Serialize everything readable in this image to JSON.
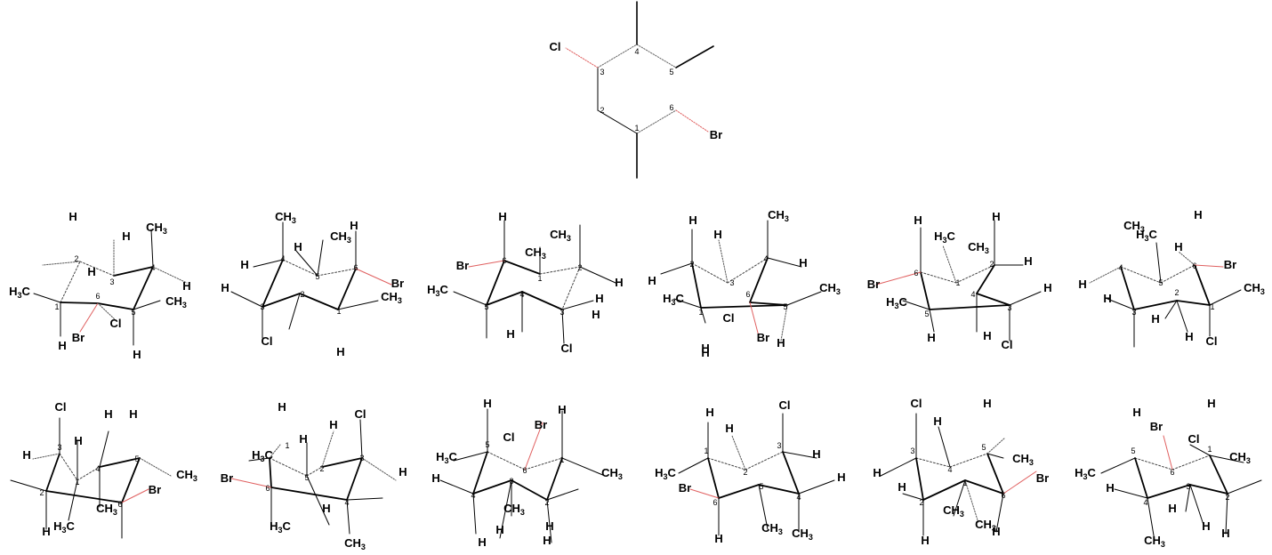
{
  "colors": {
    "bond": "#000000",
    "chlorine": "#0000cc",
    "bromine": "#cc2222",
    "wedge_red": "#e06060"
  },
  "top_structure": {
    "labels": [
      "Cl",
      "Br"
    ],
    "locants": [
      "1",
      "2",
      "3",
      "4",
      "5",
      "6"
    ]
  },
  "conformers": [
    {
      "id": "r1c1",
      "atoms": [
        "H",
        "H",
        "H",
        "CH3",
        "H3C",
        "Br",
        "Cl",
        "CH3",
        "H",
        "H",
        "H"
      ],
      "locants": [
        "1",
        "2",
        "3",
        "4",
        "5",
        "6"
      ]
    },
    {
      "id": "r1c2",
      "atoms": [
        "CH3",
        "H",
        "H",
        "CH3",
        "Br",
        "H",
        "CH3",
        "Cl",
        "H",
        "H"
      ],
      "locants": [
        "1",
        "2",
        "3",
        "4",
        "5",
        "6"
      ]
    },
    {
      "id": "r1c3",
      "atoms": [
        "H",
        "Br",
        "CH3",
        "CH3",
        "H",
        "H3C",
        "H",
        "H",
        "H",
        "Cl"
      ],
      "locants": [
        "1",
        "2",
        "3",
        "4",
        "5",
        "6"
      ]
    },
    {
      "id": "r1c4",
      "atoms": [
        "H",
        "CH3",
        "H",
        "H",
        "H",
        "H",
        "CH3",
        "H3C",
        "Cl",
        "Br",
        "H",
        "H"
      ],
      "locants": [
        "1",
        "2",
        "3",
        "4",
        "5",
        "6"
      ]
    },
    {
      "id": "r1c5",
      "atoms": [
        "H",
        "H3C",
        "CH3",
        "H",
        "H",
        "Br",
        "H3C",
        "H",
        "H",
        "H",
        "Cl"
      ],
      "locants": [
        "1",
        "2",
        "3",
        "4",
        "5",
        "6"
      ]
    },
    {
      "id": "r1c6",
      "atoms": [
        "CH3",
        "H3C",
        "H",
        "H",
        "Br",
        "H",
        "CH3",
        "H",
        "H",
        "H",
        "Cl"
      ],
      "locants": [
        "1",
        "2",
        "3",
        "4",
        "5",
        "6"
      ]
    }
  ],
  "conformers_row2": [
    {
      "id": "r2c1",
      "atoms": [
        "Cl",
        "H",
        "H",
        "H",
        "H",
        "CH3",
        "Br",
        "CH3",
        "H3C",
        "H"
      ],
      "locants": [
        "1",
        "2",
        "3",
        "4",
        "5",
        "6"
      ]
    },
    {
      "id": "r2c2",
      "atoms": [
        "H",
        "Cl",
        "H3C",
        "H",
        "H",
        "Br",
        "H",
        "H3C",
        "H",
        "CH3"
      ],
      "locants": [
        "1",
        "2",
        "3",
        "4",
        "5",
        "6"
      ]
    },
    {
      "id": "r2c3",
      "atoms": [
        "H",
        "Cl",
        "Br",
        "H",
        "H3C",
        "H",
        "CH3",
        "H",
        "H",
        "CH3",
        "H",
        "H"
      ],
      "locants": [
        "1",
        "2",
        "3",
        "4",
        "5",
        "6"
      ]
    },
    {
      "id": "r2c4",
      "atoms": [
        "H",
        "Cl",
        "H",
        "H",
        "H3C",
        "H",
        "Br",
        "H",
        "CH3",
        "CH3"
      ],
      "locants": [
        "1",
        "2",
        "3",
        "4",
        "5",
        "6"
      ]
    },
    {
      "id": "r2c5",
      "atoms": [
        "Cl",
        "H",
        "H",
        "CH3",
        "H",
        "H",
        "Br",
        "CH3",
        "CH3",
        "H",
        "H"
      ],
      "locants": [
        "1",
        "2",
        "3",
        "4",
        "5",
        "6"
      ]
    },
    {
      "id": "r2c6",
      "atoms": [
        "H",
        "Br",
        "H",
        "Cl",
        "CH3",
        "H3C",
        "H",
        "H",
        "H",
        "CH3",
        "H"
      ],
      "locants": [
        "1",
        "2",
        "3",
        "4",
        "5",
        "6"
      ]
    }
  ]
}
